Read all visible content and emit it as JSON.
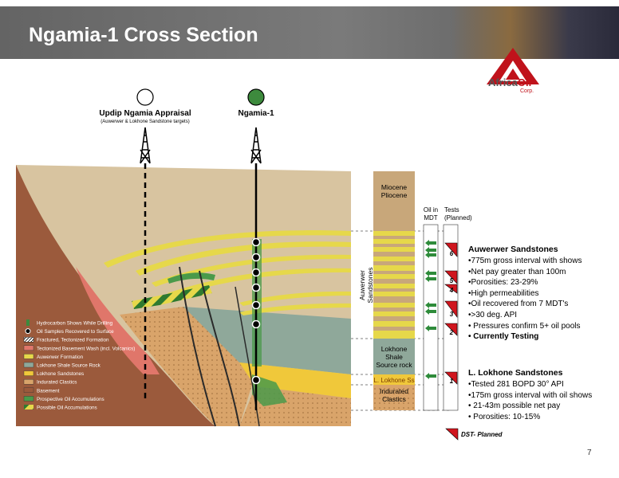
{
  "header": {
    "title": "Ngamia-1 Cross Section"
  },
  "logo": {
    "name_part1": "Africa",
    "name_part2": "Oil",
    "suffix": "Corp."
  },
  "wells": [
    {
      "name": "Updip Ngamia Appraisal",
      "subtitle": "(Auwerwer & Lokhone Sandstone targets)",
      "status_color": "#ffffff"
    },
    {
      "name": "Ngamia-1",
      "subtitle": "",
      "status_color": "#3d8a3d"
    }
  ],
  "legend": [
    {
      "label": "Hydrocarbon Shows While Drilling",
      "color": "#3d8a3d",
      "kind": "bar"
    },
    {
      "label": "Oil Samples Recovered to Surface",
      "color": "#000000",
      "kind": "dot"
    },
    {
      "label": "Fractured, Tectonized Formation",
      "color": "#ffffff",
      "kind": "hatch"
    },
    {
      "label": "Tectonized Basement Wash (incl. Volcanics)",
      "color": "#e0766a",
      "kind": "box"
    },
    {
      "label": "Auwerwer Formation",
      "color": "#e6d84a",
      "kind": "box"
    },
    {
      "label": "Lokhone Shale Source Rock",
      "color": "#8fa89a",
      "kind": "box"
    },
    {
      "label": "Lokhone Sandstones",
      "color": "#f0c83a",
      "kind": "box"
    },
    {
      "label": "Indurated Clastics",
      "color": "#d9a46a",
      "kind": "box"
    },
    {
      "label": "Basement",
      "color": "#9b5a3c",
      "kind": "box"
    },
    {
      "label": "Prospective Oil Accumulations",
      "color": "#4a9a4a",
      "kind": "box"
    },
    {
      "label": "Possible Oil Accumulations",
      "color": "#e6d84a",
      "kind": "stripe"
    }
  ],
  "column": {
    "units": [
      {
        "label_lines": [
          "Miocene",
          "Pliocene"
        ]
      },
      {
        "label_lines": [
          "Auwerwer",
          "Sandstones"
        ]
      },
      {
        "label_lines": [
          "Lokhone",
          "Shale",
          "Source rock"
        ]
      },
      {
        "label_lines": [
          "L. Lokhone Ss"
        ]
      },
      {
        "label_lines": [
          "Indurated",
          "Clastics"
        ]
      }
    ],
    "oil_header_lines": [
      "Oil in",
      "MDT"
    ],
    "tests_header_lines": [
      "Tests",
      "(Planned)"
    ],
    "tests": [
      "6",
      "5",
      "4",
      "3",
      "2",
      "1"
    ]
  },
  "auwerwer": {
    "heading": "Auwerwer  Sandstones",
    "bullets": [
      "•775m gross  interval with shows",
      "•Net pay greater than 100m",
      "•Porosities: 23-29%",
      "•High permeabilities",
      "•Oil recovered from 7 MDT's",
      "•>30 deg. API",
      "• Pressures confirm 5+ oil pools",
      "• Currently Testing"
    ]
  },
  "lokhone": {
    "heading": "L. Lokhone Sandstones",
    "bullets": [
      "•Tested 281 BOPD 30° API",
      "•175m gross interval with oil shows",
      "• 21-43m possible net pay",
      "• Porosities: 10-15%"
    ]
  },
  "dst_legend": "DST- Planned",
  "page_number": "7",
  "colors": {
    "header": "#6e6e6e",
    "brand_red": "#c0121b",
    "oil_green": "#2e8b3a",
    "test_red": "#d0161e"
  }
}
